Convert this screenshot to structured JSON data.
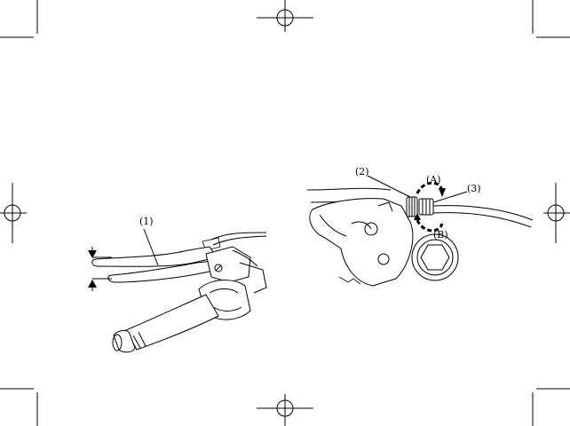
{
  "left_figure": {
    "callouts": [
      "(1)"
    ]
  },
  "right_figure": {
    "callouts": [
      "(2)",
      "(A)",
      "(3)",
      "(B)"
    ]
  },
  "colors": {
    "ink": "#000000",
    "paper": "#ffffff"
  }
}
